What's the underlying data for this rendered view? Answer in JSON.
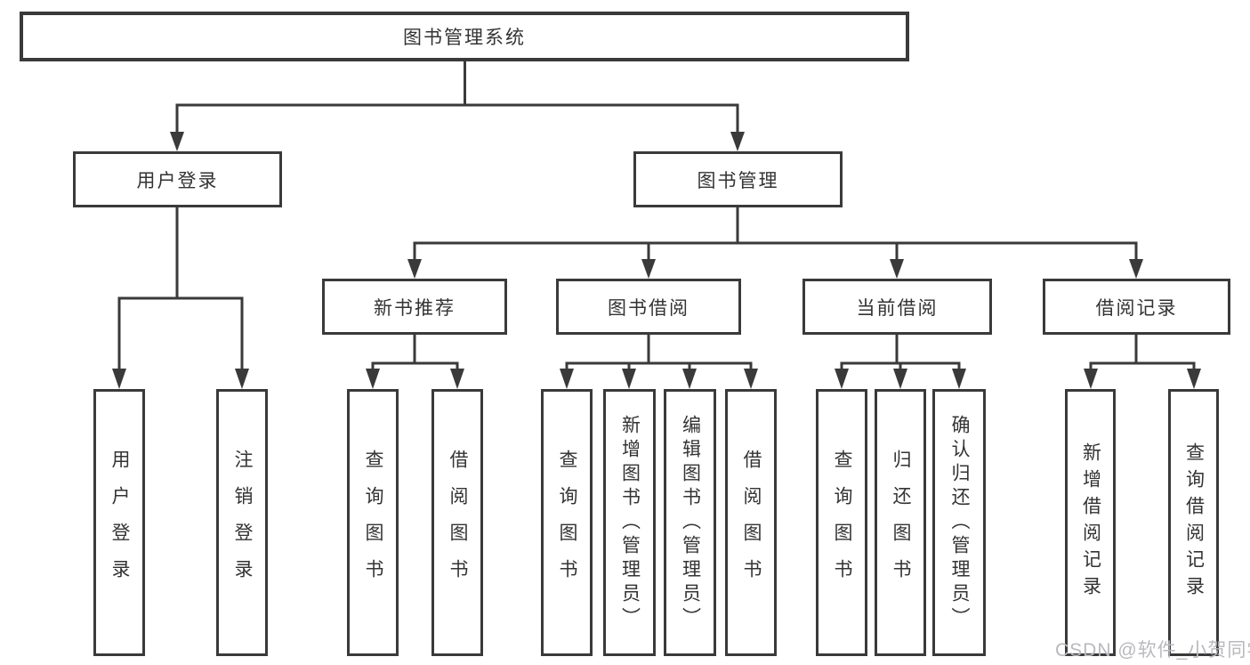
{
  "tree": {
    "root": {
      "label": "图书管理系统"
    },
    "level2": [
      {
        "label": "用户登录",
        "children": [
          "用户登录",
          "注销登录"
        ]
      },
      {
        "label": "图书管理"
      }
    ],
    "level3": [
      {
        "label": "新书推荐",
        "children": [
          "查询图书",
          "借阅图书"
        ]
      },
      {
        "label": "图书借阅",
        "children": [
          "查询图书",
          "新增图书（管理员）",
          "编辑图书（管理员）",
          "借阅图书"
        ]
      },
      {
        "label": "当前借阅",
        "children": [
          "查询图书",
          "归还图书",
          "确认归还（管理员）"
        ]
      },
      {
        "label": "借阅记录",
        "children": [
          "新增借阅记录",
          "查询借阅记录"
        ]
      }
    ]
  },
  "watermark": {
    "text": "CSDN @软件_小贺同学"
  },
  "colors": {
    "line": "#3a3a3a",
    "box_border": "#3a3a3a",
    "text": "#333333",
    "watermark": "#b9b9be",
    "background": "#ffffff"
  }
}
